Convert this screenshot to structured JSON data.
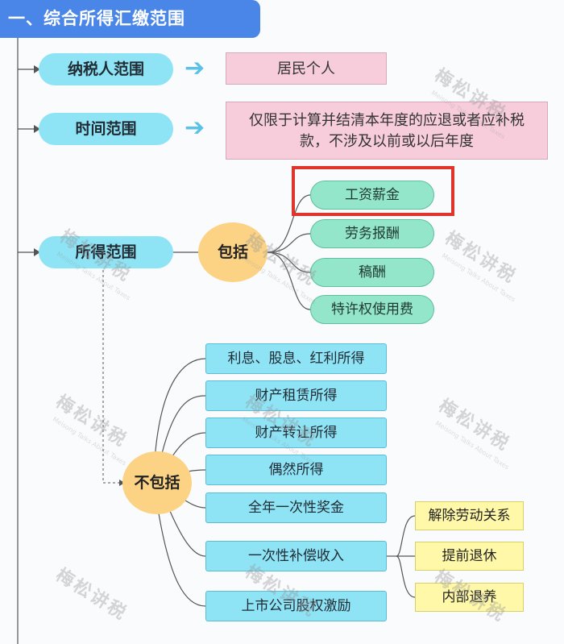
{
  "title": "一、综合所得汇缴范围",
  "rows": {
    "taxpayer": {
      "label": "纳税人范围",
      "value": "居民个人"
    },
    "time": {
      "label": "时间范围",
      "value": "仅限于计算并结清本年度的应退或者应补税款，不涉及以前或以后年度"
    },
    "income": {
      "label": "所得范围"
    }
  },
  "include": {
    "label": "包括",
    "items": [
      "工资薪金",
      "劳务报酬",
      "稿酬",
      "特许权使用费"
    ]
  },
  "exclude": {
    "label": "不包括",
    "items": [
      "利息、股息、红利所得",
      "财产租赁所得",
      "财产转让所得",
      "偶然所得",
      "全年一次性奖金",
      "一次性补偿收入",
      "上市公司股权激励"
    ],
    "sub_items": [
      "解除劳动关系",
      "提前退休",
      "内部退养"
    ]
  },
  "watermark": {
    "text": "梅松讲税",
    "sub": "Meisong Talks About Taxes"
  },
  "colors": {
    "title": "#4a86e8",
    "category": "#8ee3f5",
    "include_item": "#93e6c9",
    "circle": "#fcd385",
    "pink": "#f7cddb",
    "sub_item": "#fff8a8",
    "highlight": "#e0352b"
  }
}
